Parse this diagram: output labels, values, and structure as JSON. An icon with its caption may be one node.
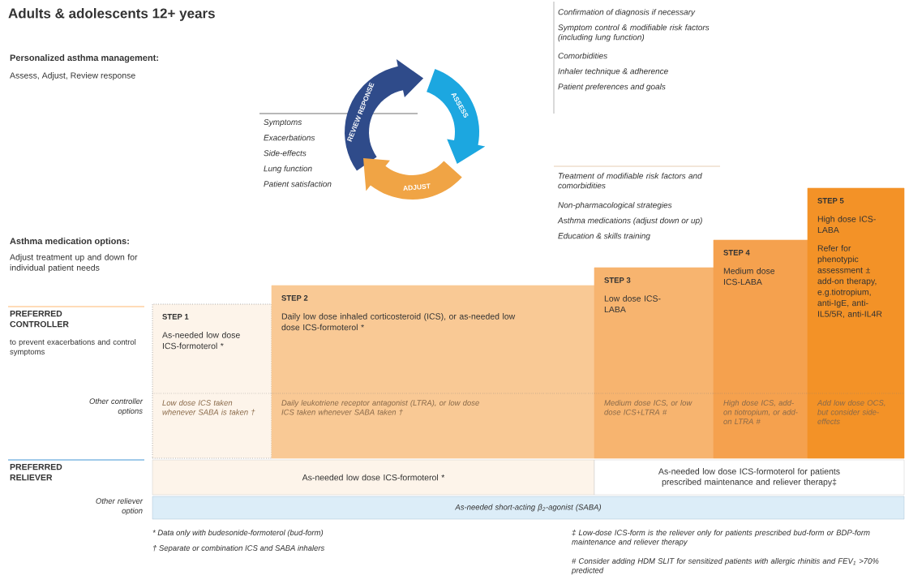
{
  "diagram": {
    "title": "Adults & adolescents 12+ years",
    "nodes": [
      {
        "text": [
          "REVIEW REPONSE"
        ]
      },
      {
        "text": [
          "ASSESS"
        ]
      },
      {
        "text": [
          "ADJUST"
        ]
      },
      {
        "text": [
          "STEP 1",
          "As-needed low dose ICS-formoterol *"
        ]
      },
      {
        "text": [
          "Low dose ICS taken whenever SABA is taken †"
        ],
        "in": 3
      },
      {
        "text": [
          "STEP 2",
          "Daily low dose inhaled corticosteroid (ICS), or as-needed low dose ICS-formoterol *"
        ]
      },
      {
        "text": [
          "Daily leukotriene receptor antagonist (LTRA), or low dose ICS taken whenever SABA taken †"
        ],
        "in": 5
      },
      {
        "text": [
          "STEP 3",
          "Low dose ICS-LABA"
        ]
      },
      {
        "text": [
          "Medium dose ICS, or low dose ICS+LTRA #"
        ],
        "in": 7
      },
      {
        "text": [
          "STEP 4",
          "Medium dose ICS-LABA"
        ]
      },
      {
        "text": [
          "High dose ICS, add-on tiotropium, or add-on LTRA #"
        ],
        "in": 9
      },
      {
        "text": [
          "STEP 5",
          "High dose ICS-LABA",
          "Refer for phenotypic assessment ± add-on therapy, e.g.tiotropium, anti-IgE, anti-IL5/5R, anti-IL4R"
        ]
      },
      {
        "text": [
          "Add low dose OCS, but consider side-effects"
        ],
        "in": 11
      },
      {
        "text": [
          "As-needed low dose ICS-formoterol *"
        ]
      },
      {
        "text": [
          "As-needed low dose ICS-formoterol for patients prescribed maintenance and reliever therapy‡"
        ]
      },
      {
        "text": [
          "As-needed short-acting β$_{2}$-agonist (SABA)"
        ]
      }
    ],
    "labels": [
      "Personalized asthma management:",
      "Assess, Adjust, Review response",
      "Confirmation of diagnosis if necessary",
      "Symptom control & modifiable risk factors (including lung function)",
      "Comorbidities",
      "Inhaler technique & adherence",
      "Patient preferences and goals",
      "Symptoms",
      "Exacerbations",
      "Side-effects",
      "Lung function",
      "Patient satisfaction",
      "Treatment of modifiable risk factors and comorbidities",
      "Non-pharmacological strategies",
      "Asthma medications (adjust down or up)",
      "Education & skills training",
      "Asthma medication options:",
      "Adjust treatment up and down for individual patient needs",
      "PREFERRED CONTROLLER",
      "to prevent exacerbations and control symptoms",
      "Other controller options",
      "PREFERRED RELIEVER",
      "Other reliever option",
      "* Data only with budesonide-formoterol (bud-form)",
      "† Separate or combination ICS and SABA inhalers",
      "‡ Low-dose ICS-form is the reliever only for patients prescribed bud-form or BDP-form maintenance and reliever therapy",
      "# Consider adding HDM SLIT for sensitized patients with allergic rhinitis and FEV$_{1}$ >70% predicted"
    ]
  }
}
